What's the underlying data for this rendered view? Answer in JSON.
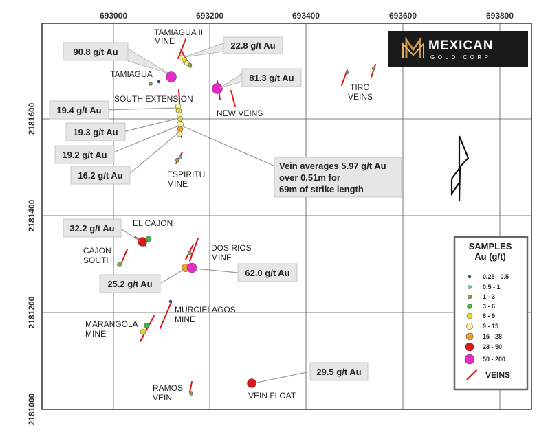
{
  "axes": {
    "x_ticks": [
      "693000",
      "693200",
      "693400",
      "693600",
      "693800"
    ],
    "y_ticks": [
      "2181600",
      "2181400",
      "2181200",
      "2181000"
    ]
  },
  "logo": {
    "line1": "MEXICAN",
    "line2": "GOLD CORP",
    "bg": "#1a1a1a",
    "accent": "#c8964b"
  },
  "places": {
    "tamiagua_ii_1": "TAMIAGUA II",
    "tamiagua_ii_2": "MINE",
    "tamiagua": "TAMIAGUA",
    "south_extension": "SOUTH EXTENSION",
    "new_veins": "NEW VEINS",
    "tiro_1": "TIRO",
    "tiro_2": "VEINS",
    "espiritu_1": "ESPIRITU",
    "espiritu_2": "MINE",
    "el_cajon": "EL CAJON",
    "cajon_south_1": "CAJON",
    "cajon_south_2": "SOUTH",
    "dos_rios_1": "DOS RIOS",
    "dos_rios_2": "MINE",
    "murcielagos_1": "MURCIELAGOS",
    "murcielagos_2": "MINE",
    "marangola_1": "MARANGOLA",
    "marangola_2": "MINE",
    "ramos_1": "RAMOS",
    "ramos_2": "VEIN",
    "vein_float": "VEIN FLOAT"
  },
  "callouts": {
    "c908": "90.8 g/t Au",
    "c228": "22.8 g/t Au",
    "c813": "81.3 g/t Au",
    "c194": "19.4 g/t Au",
    "c193": "19.3 g/t Au",
    "c192": "19.2 g/t Au",
    "c162": "16.2 g/t Au",
    "vein_avg_1": "Vein averages 5.97 g/t Au",
    "vein_avg_2": "over 0.51m for",
    "vein_avg_3": "69m of strike length",
    "c322": "32.2 g/t Au",
    "c252": "25.2 g/t Au",
    "c620": "62.0 g/t Au",
    "c295": "29.5 g/t Au"
  },
  "legend": {
    "title": "SAMPLES",
    "subtitle": "Au (g/t)",
    "veins_label": "VEINS",
    "items": [
      {
        "label": "0.25 - 0.5",
        "color": "#1f4e9a"
      },
      {
        "label": "0.5 - 1",
        "color": "#6fc0c8"
      },
      {
        "label": "1 - 3",
        "color": "#8aa04a"
      },
      {
        "label": "3 - 6",
        "color": "#3dbb3d"
      },
      {
        "label": "6 - 9",
        "color": "#e5dc2a"
      },
      {
        "label": "9 - 15",
        "color": "#fff3a0"
      },
      {
        "label": "15 - 28",
        "color": "#f0a030"
      },
      {
        "label": "28 - 50",
        "color": "#e0141b"
      },
      {
        "label": "50 - 200",
        "color": "#e62ac8"
      }
    ],
    "vein_color": "#e0141b"
  }
}
